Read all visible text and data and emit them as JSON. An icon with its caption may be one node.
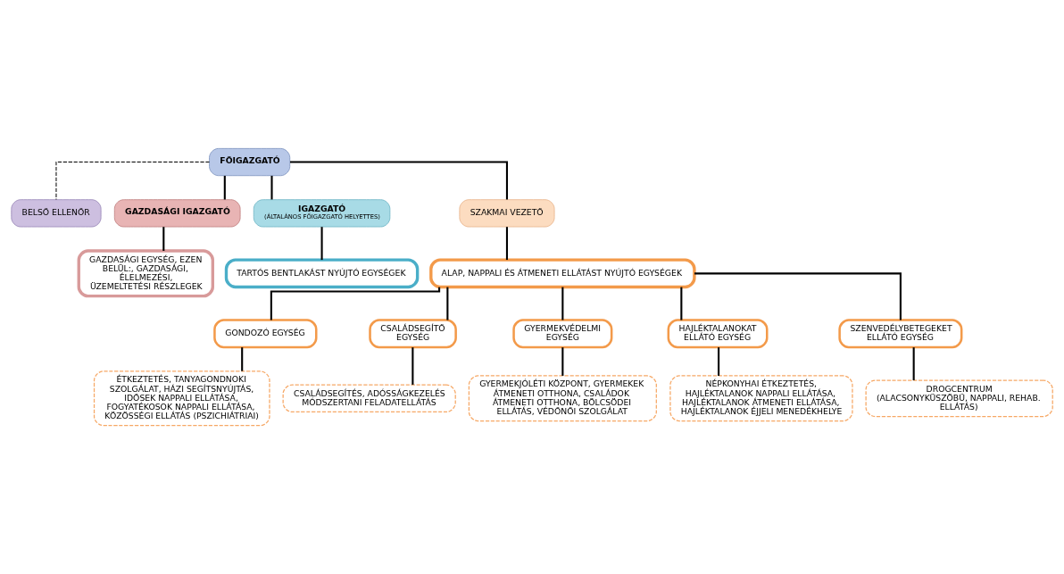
{
  "diagram": {
    "nodes": [
      {
        "text": [
          "FŐIGAZGATÓ"
        ]
      },
      {
        "text": [
          "BELSŐ ELLENŐR"
        ]
      },
      {
        "text": [
          "GAZDASÁGI IGAZGATÓ"
        ]
      },
      {
        "text": [
          "IGAZGATÓ",
          "(ÁLTALÁNOS FŐIGAZGATÓ HELYETTES)"
        ]
      },
      {
        "text": [
          "SZAKMAI VEZETŐ"
        ]
      },
      {
        "text": [
          "GAZDASÁGI EGYSÉG, EZEN BELÜL:, GAZDASÁGI, ÉLELMEZÉSI, ÜZEMELTETÉSI RÉSZLEGEK"
        ]
      },
      {
        "text": [
          "TARTÓS BENTLAKÁST NYÚJTÓ EGYSÉGEK"
        ]
      },
      {
        "text": [
          "ALAP, NAPPALI ÉS ÁTMENETI ELLÁTÁST NYÚJTÓ EGYSÉGEK"
        ]
      },
      {
        "text": [
          "GONDOZÓ EGYSÉG"
        ]
      },
      {
        "text": [
          "CSALÁDSEGÍTŐ EGYSÉG"
        ]
      },
      {
        "text": [
          "GYERMEKVÉDELMI EGYSÉG"
        ]
      },
      {
        "text": [
          "HAJLÉKTALANOKAT ELLÁTÓ EGYSÉG"
        ]
      },
      {
        "text": [
          "SZENVEDÉLYBETEGEKET ELLÁTÓ EGYSÉG"
        ]
      },
      {
        "text": [
          "ÉTKEZTETÉS, TANYAGONDNOKI SZOLGÁLAT, HÁZI SEGÍTSNYÚJTÁS, IDŐSEK NAPPALI ELLÁTÁSA, FOGYATÉKOSOK NAPPALI ELLÁTÁSA, KÖZÖSSÉGI ELLÁTÁS (PSZICHIÁTRIAI)"
        ]
      },
      {
        "text": [
          "CSALÁDSEGÍTÉS, ADÓSSÁGKEZELÉS MÓDSZERTANI FELADATELLÁTÁS"
        ]
      },
      {
        "text": [
          "GYERMEKJÓLÉTI KÖZPONT, GYERMEKEK ÁTMENETI OTTHONA, CSALÁDOK ÁTMENETI OTTHONA, BÖLCSÖDEI ELLÁTÁS, VÉDŐNŐI SZOLGÁLAT"
        ]
      },
      {
        "text": [
          "NÉPKONYHAI ÉTKEZTETÉS, HAJLÉKTALANOK NAPPALI ELLÁTÁSA, HAJLÉKTALANOK ÁTMENETI ELLÁTÁSA, HAJLÉKTALANOK ÉJJELI MENEDÉKHELYE"
        ]
      },
      {
        "text": [
          "DROGCENTRUM",
          "(ALACSONYKÜSZÖBŰ, NAPPALI, REHAB. ELLÁTÁS)"
        ]
      }
    ],
    "edges": [
      {
        "from": 0,
        "to": 2,
        "arrow": "none"
      },
      {
        "from": 0,
        "to": 1,
        "arrow": "none",
        "style": "dashed"
      },
      {
        "from": 0,
        "to": 3,
        "arrow": "none"
      },
      {
        "from": 0,
        "to": 4,
        "arrow": "none"
      },
      {
        "from": 2,
        "to": 5,
        "arrow": "none"
      },
      {
        "from": 3,
        "to": 6,
        "arrow": "none"
      },
      {
        "from": 4,
        "to": 7,
        "arrow": "none"
      },
      {
        "from": 7,
        "to": 8,
        "arrow": "none"
      },
      {
        "from": 7,
        "to": 9,
        "arrow": "none"
      },
      {
        "from": 7,
        "to": 10,
        "arrow": "none"
      },
      {
        "from": 7,
        "to": 11,
        "arrow": "none"
      },
      {
        "from": 7,
        "to": 12,
        "arrow": "none"
      },
      {
        "from": 8,
        "to": 13,
        "arrow": "none"
      },
      {
        "from": 9,
        "to": 14,
        "arrow": "none"
      },
      {
        "from": 10,
        "to": 15,
        "arrow": "none"
      },
      {
        "from": 11,
        "to": 16,
        "arrow": "none"
      },
      {
        "from": 12,
        "to": 17,
        "arrow": "none"
      }
    ]
  }
}
